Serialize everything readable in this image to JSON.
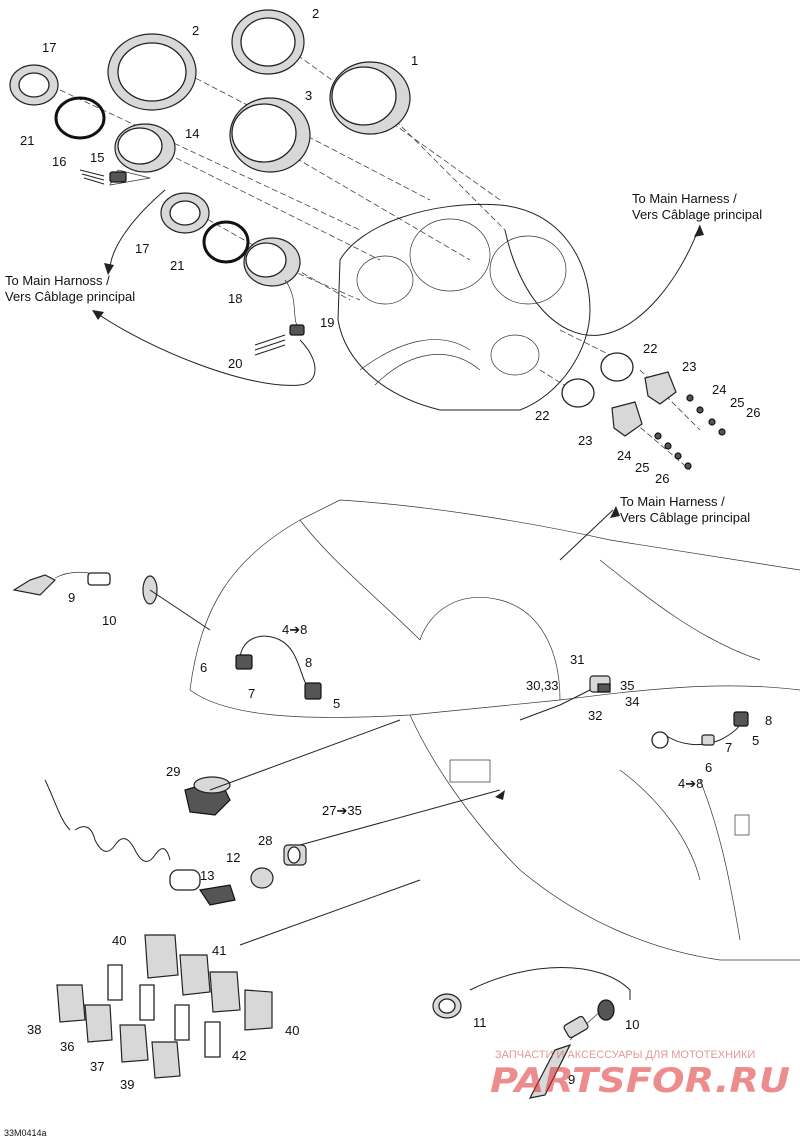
{
  "callouts": {
    "c17a": "17",
    "c2a": "2",
    "c2b": "2",
    "c1": "1",
    "c3": "3",
    "c21a": "21",
    "c14": "14",
    "c16": "16",
    "c15": "15",
    "c17b": "17",
    "c21b": "21",
    "c18": "18",
    "c19": "19",
    "c20": "20",
    "c22a": "22",
    "c23a": "23",
    "c24a": "24",
    "c25a": "25",
    "c26a": "26",
    "c22b": "22",
    "c23b": "23",
    "c24b": "24",
    "c25b": "25",
    "c26b": "26",
    "c9a": "9",
    "c10a": "10",
    "c4to8a": "4➔8",
    "c6a": "6",
    "c8a": "8",
    "c7a": "7",
    "c5a": "5",
    "c31": "31",
    "c3033": "30,33",
    "c35a": "35",
    "c34": "34",
    "c32": "32",
    "c8b": "8",
    "c5b": "5",
    "c7b": "7",
    "c6b": "6",
    "c4to8b": "4➔8",
    "c29": "29",
    "c27to35": "27➔35",
    "c28": "28",
    "c12": "12",
    "c13": "13",
    "c40a": "40",
    "c41": "41",
    "c40b": "40",
    "c38": "38",
    "c36": "36",
    "c37": "37",
    "c42": "42",
    "c39": "39",
    "c11": "11",
    "c10b": "10",
    "c9b": "9"
  },
  "notes": {
    "harness_right_l1": "To Main Harness /",
    "harness_right_l2": "Vers Câblage principal",
    "harness_left_l1": "To Main Harnoss /",
    "harness_left_l2": "Vers Câblage principal",
    "harness_mid_l1": "To Main Harness /",
    "harness_mid_l2": "Vers Câblage principal"
  },
  "figure_ref": "33M0414a",
  "watermark": {
    "tagline": "ЗАПЧАСТИ И АКСЕССУАРЫ ДЛЯ МОТОТЕХНИКИ",
    "brand": "PARTSFOR.RU"
  },
  "colors": {
    "ink": "#222222",
    "watermark": "#e03030"
  }
}
